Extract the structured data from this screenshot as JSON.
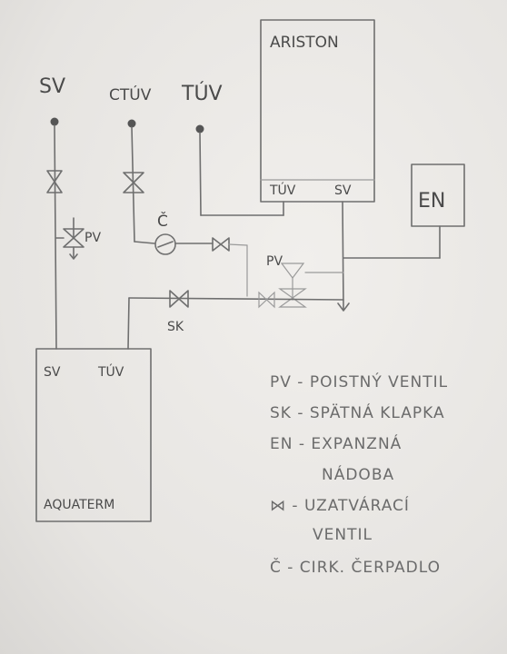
{
  "labels": {
    "sv_top": "SV",
    "ctuv_top": "CTÚV",
    "tuv_top": "TÚV",
    "ariston_title": "ARISTON",
    "ariston_tuv": "TÚV",
    "ariston_sv": "SV",
    "en_box": "EN",
    "pv_left": "PV",
    "pump_c": "Č",
    "pv_right": "PV",
    "sk": "SK",
    "aquaterm_sv": "SV",
    "aquaterm_tuv": "TÚV",
    "aquaterm_title": "AQUATERM"
  },
  "legend": [
    "PV - POISTNÝ VENTIL",
    "SK - SPÄTNÁ KLAPKA",
    "EN - EXPANZNÁ",
    "NÁDOBA",
    "⋈ - UZATVÁRACÍ",
    "VENTIL",
    "Č - CIRK. ČERPADLO"
  ]
}
